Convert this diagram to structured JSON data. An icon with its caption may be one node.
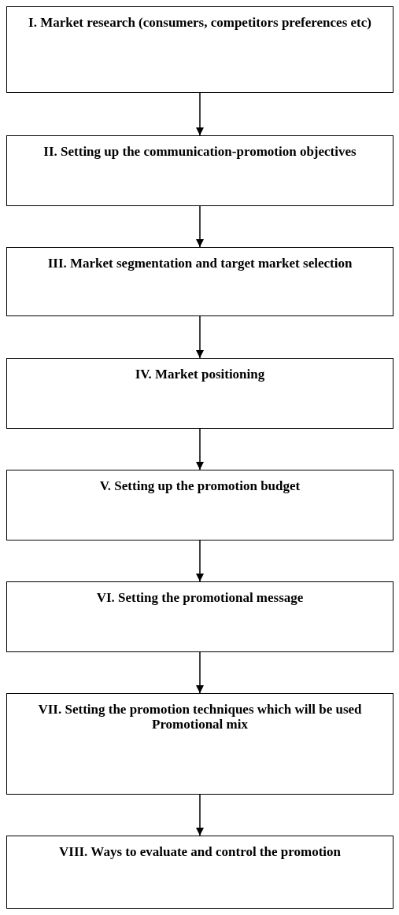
{
  "diagram": {
    "nodes": [
      {
        "text": [
          "I. Market research (consumers, competitors preferences etc)"
        ]
      },
      {
        "text": [
          "II. Setting up the communication-promotion objectives"
        ]
      },
      {
        "text": [
          "III. Market segmentation and target market selection"
        ]
      },
      {
        "text": [
          "IV. Market positioning"
        ]
      },
      {
        "text": [
          "V. Setting up the promotion budget"
        ]
      },
      {
        "text": [
          "VI. Setting the promotional message"
        ]
      },
      {
        "text": [
          "VII. Setting the promotion techniques which will be used",
          "Promotional mix"
        ]
      },
      {
        "text": [
          "VIII. Ways to evaluate and control the promotion"
        ]
      }
    ],
    "edges": [
      {
        "from": 0,
        "to": 1,
        "arrow": "to"
      },
      {
        "from": 1,
        "to": 2,
        "arrow": "to"
      },
      {
        "from": 2,
        "to": 3,
        "arrow": "to"
      },
      {
        "from": 3,
        "to": 4,
        "arrow": "to"
      },
      {
        "from": 4,
        "to": 5,
        "arrow": "to"
      },
      {
        "from": 5,
        "to": 6,
        "arrow": "to"
      },
      {
        "from": 6,
        "to": 7,
        "arrow": "to"
      }
    ]
  }
}
